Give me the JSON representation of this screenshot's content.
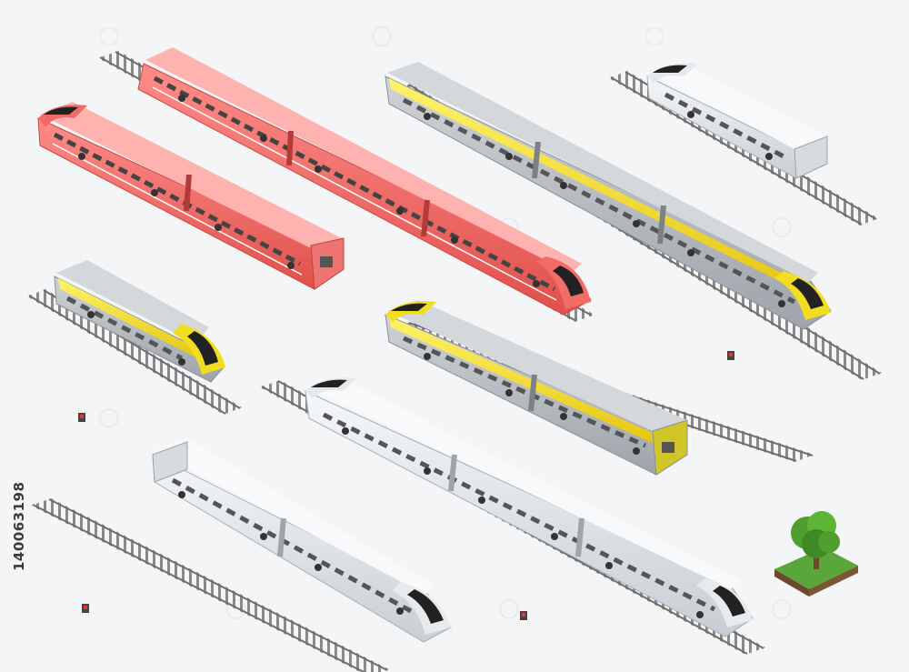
{
  "image": {
    "stock_id": "140063198",
    "palette": {
      "background": "#f4f5f6",
      "red_train": "#f06a67",
      "yellow_train": "#f3dd20",
      "gray_train": "#b9bec4",
      "white_train": "#e8ebee",
      "tree_green": "#4f9e2e",
      "grass": "#5aa63a"
    },
    "objects": [
      {
        "name": "red-train-back",
        "color": "red",
        "cars": 3
      },
      {
        "name": "red-train-front",
        "color": "red",
        "cars": 2
      },
      {
        "name": "yellow-train-top",
        "color": "yellow",
        "cars": 3
      },
      {
        "name": "white-train-top",
        "color": "white",
        "cars": 1
      },
      {
        "name": "yellow-train-small",
        "color": "yellow",
        "cars": 1
      },
      {
        "name": "yellow-train-middle",
        "color": "yellow",
        "cars": 2
      },
      {
        "name": "white-train-middle",
        "color": "white",
        "cars": 3
      },
      {
        "name": "white-train-bottom",
        "color": "white",
        "cars": 2
      },
      {
        "name": "tree-tile",
        "color": "green",
        "cars": 0
      }
    ]
  }
}
